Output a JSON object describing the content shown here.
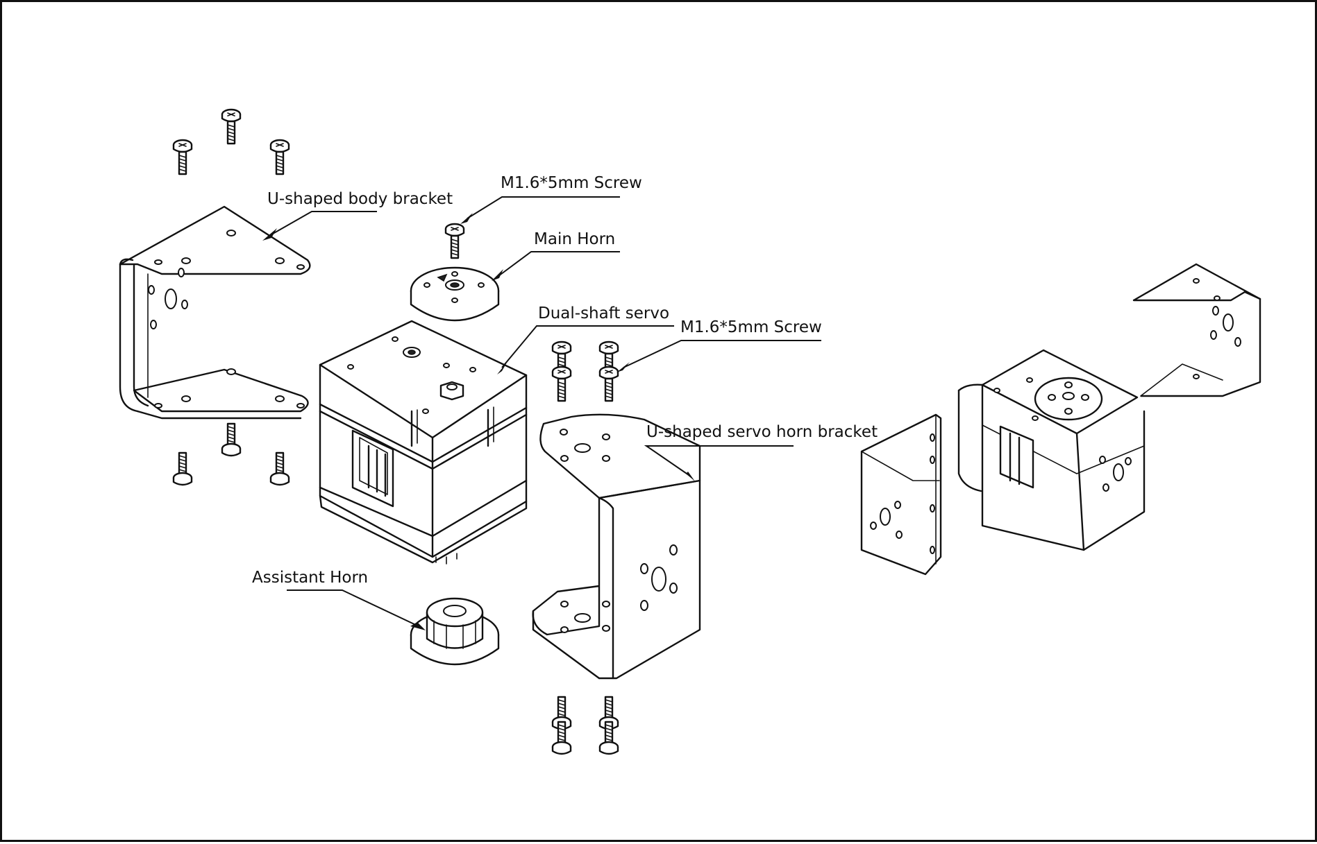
{
  "labels": {
    "body_bracket": "U-shaped body bracket",
    "screw_top": "M1.6*5mm Screw",
    "main_horn": "Main Horn",
    "servo": "Dual-shaft servo",
    "screw_side": "M1.6*5mm Screw",
    "horn_bracket": "U-shaped  servo horn bracket",
    "assistant_horn": "Assistant Horn"
  }
}
